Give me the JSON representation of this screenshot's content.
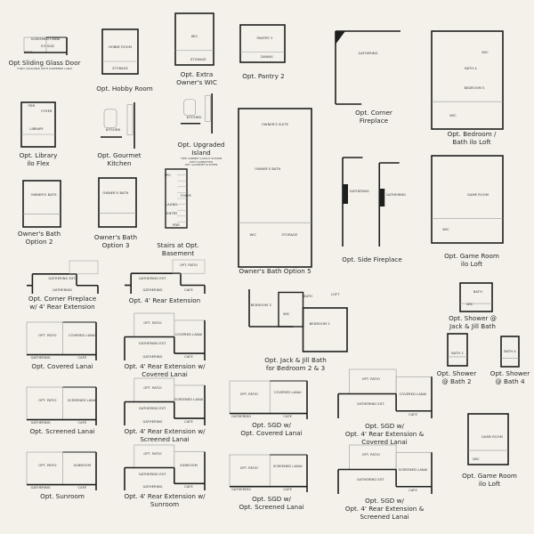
{
  "colors": {
    "background": "#f3f1e9",
    "wall": "#1e1e1e",
    "thin_line": "#9a9a9a"
  },
  "options": [
    {
      "caption": "Opt Sliding Glass Door",
      "rooms": [
        "SCREENED LANAI",
        "5'0 SGD",
        "CAFE"
      ],
      "note": "*ONLY AVAILABLE WITH SCREENED LANAI"
    },
    {
      "caption": "Opt. Hobby Room",
      "rooms": [
        "HOBBY ROOM",
        "STORAGE"
      ]
    },
    {
      "caption": "Opt. Extra\nOwner's WIC",
      "rooms": [
        "WIC",
        "STORAGE"
      ]
    },
    {
      "caption": "Opt. Pantry 2",
      "rooms": [
        "PANTRY 2",
        "DINING"
      ]
    },
    {
      "caption": "Opt. Corner\nFireplace",
      "rooms": [
        "GATHERING"
      ]
    },
    {
      "caption": "Opt. Bedroom /\nBath ilo Loft",
      "rooms": [
        "WIC",
        "BATH 4",
        "BEDROOM 5",
        "WIC"
      ]
    },
    {
      "caption": "Opt. Library\nilo Flex",
      "rooms": [
        "PDR",
        "FOYER",
        "LIBRARY"
      ]
    },
    {
      "caption": "Opt. Gourmet\nKitchen",
      "rooms": [
        "KITCHEN"
      ]
    },
    {
      "caption": "Opt. Upgraded\nIsland",
      "rooms": [
        "KITCHEN"
      ],
      "note": "*SEE CABINET LAYOUT SHOWN\nWITH SUBMITTED\nOPT. GOURMET KITCHEN"
    },
    {
      "caption": "Owner's Bath\nOption 2",
      "rooms": [
        "OWNER'S BATH"
      ]
    },
    {
      "caption": "Owner's Bath\nOption 3",
      "rooms": [
        "OWNER'S BATH"
      ]
    },
    {
      "caption": "Stairs at Opt.\nBasement",
      "rooms": [
        "PPC",
        "FOYER",
        "LAUND.",
        "ENTRY",
        "PDR"
      ]
    },
    {
      "caption": "Owner's Bath Option 5",
      "rooms": [
        "OWNER'S SUITE",
        "OWNER'S BATH",
        "WIC",
        "STORAGE"
      ]
    },
    {
      "caption": "Opt. Side Fireplace",
      "rooms": [
        "GATHERING",
        "GATHERING"
      ]
    },
    {
      "caption": "Opt. Game Room\nilo Loft",
      "rooms": [
        "GAME ROOM",
        "WIC"
      ]
    },
    {
      "caption": "Opt. Corner Fireplace\nw/ 4' Rear Extension",
      "rooms": [
        "GATHERING EXT.",
        "GATHERING"
      ]
    },
    {
      "caption": "Opt. 4' Rear Extension",
      "rooms": [
        "OPT. PATIO",
        "GATHERING EXT.",
        "GATHERING",
        "CAFE"
      ]
    },
    {
      "caption": "Opt. Covered Lanai",
      "rooms": [
        "OPT. PATIO",
        "COVERED LANAI",
        "GATHERING",
        "CAFE"
      ]
    },
    {
      "caption": "Opt. 4' Rear Extension w/\nCovered Lanai",
      "rooms": [
        "OPT. PATIO",
        "COVERED LANAI",
        "GATHERING EXT.",
        "GATHERING",
        "CAFE"
      ]
    },
    {
      "caption": "Opt. Screened Lanai",
      "rooms": [
        "OPT. PATIO",
        "SCREENED LANAI",
        "GATHERING",
        "CAFE"
      ]
    },
    {
      "caption": "Opt. 4' Rear Extension w/\nScreened Lanai",
      "rooms": [
        "OPT. PATIO",
        "SCREENED LANAI",
        "GATHERING EXT.",
        "GATHERING",
        "CAFE"
      ]
    },
    {
      "caption": "Opt. Sunroom",
      "rooms": [
        "OPT. PATIO",
        "SUNROOM",
        "GATHERING",
        "CAFE"
      ]
    },
    {
      "caption": "Opt. 4' Rear Extension w/\nSunroom",
      "rooms": [
        "OPT. PATIO",
        "SUNROOM",
        "GATHERING EXT.",
        "GATHERING",
        "CAFE"
      ]
    },
    {
      "caption": "Opt. Jack & Jill Bath\nfor Bedroom 2 & 3",
      "rooms": [
        "BEDROOM 3",
        "BATH",
        "WIC",
        "LOFT",
        "BEDROOM 2"
      ]
    },
    {
      "caption": "Opt. Shower @\nJack & Jill Bath",
      "rooms": [
        "BATH",
        "WIC"
      ]
    },
    {
      "caption": "Opt. Shower\n@ Bath 2",
      "rooms": [
        "BATH 2"
      ]
    },
    {
      "caption": "Opt. Shower\n@ Bath 4",
      "rooms": [
        "BATH 4"
      ]
    },
    {
      "caption": "Opt. SGD w/\nOpt. Covered Lanai",
      "rooms": [
        "OPT. PATIO",
        "COVERED LANAI",
        "GATHERING",
        "CAFE"
      ]
    },
    {
      "caption": "Opt. SGD w/\nOpt. 4' Rear Extension &\nCovered Lanai",
      "rooms": [
        "OPT. PATIO",
        "COVERED LANAI",
        "GATHERING EXT.",
        "CAFE"
      ]
    },
    {
      "caption": "Opt. Game Room\nilo Loft",
      "rooms": [
        "GAME ROOM",
        "WIC"
      ]
    },
    {
      "caption": "Opt. SGD w/\nOpt. Screened Lanai",
      "rooms": [
        "OPT. PATIO",
        "SCREENED LANAI",
        "GATHERING",
        "CAFE"
      ]
    },
    {
      "caption": "Opt. SGD w/\nOpt. 4' Rear Extension &\nScreened Lanai",
      "rooms": [
        "OPT. PATIO",
        "SCREENED LANAI",
        "GATHERING EXT.",
        "CAFE"
      ]
    }
  ]
}
